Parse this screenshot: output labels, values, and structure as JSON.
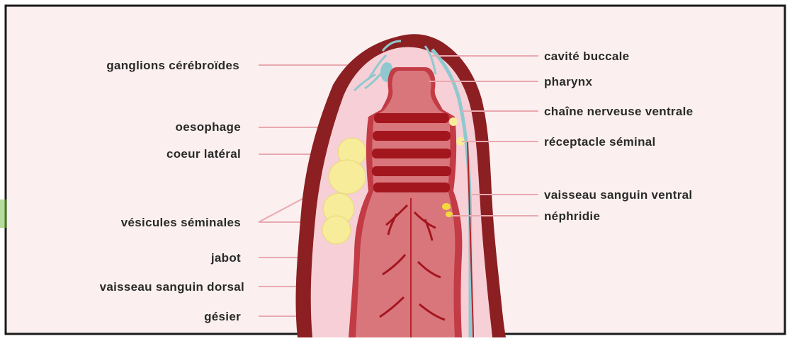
{
  "diagram": {
    "labels_left": [
      "ganglions cérébroïdes",
      "oesophage",
      "coeur latéral",
      "vésicules séminales",
      "jabot",
      "vaisseau sanguin dorsal",
      "gésier"
    ],
    "labels_right": [
      "cavité buccale",
      "pharynx",
      "chaîne nerveuse ventrale",
      "réceptacle séminal",
      "vaisseau sanguin ventral",
      "néphridie"
    ]
  },
  "colors": {
    "background": "#fbf0ef",
    "body_wall": "#8b1f22",
    "body_inner": "#f6d0d6",
    "gut": "#c23b45",
    "gut_dark": "#a3161e",
    "vessel": "#b5222b",
    "nerve": "#8fc9cf",
    "vesicles": "#f6ec9a",
    "frame": "#1a1a1a",
    "leader": "#e9a9b0",
    "text": "#2a2a2a"
  }
}
